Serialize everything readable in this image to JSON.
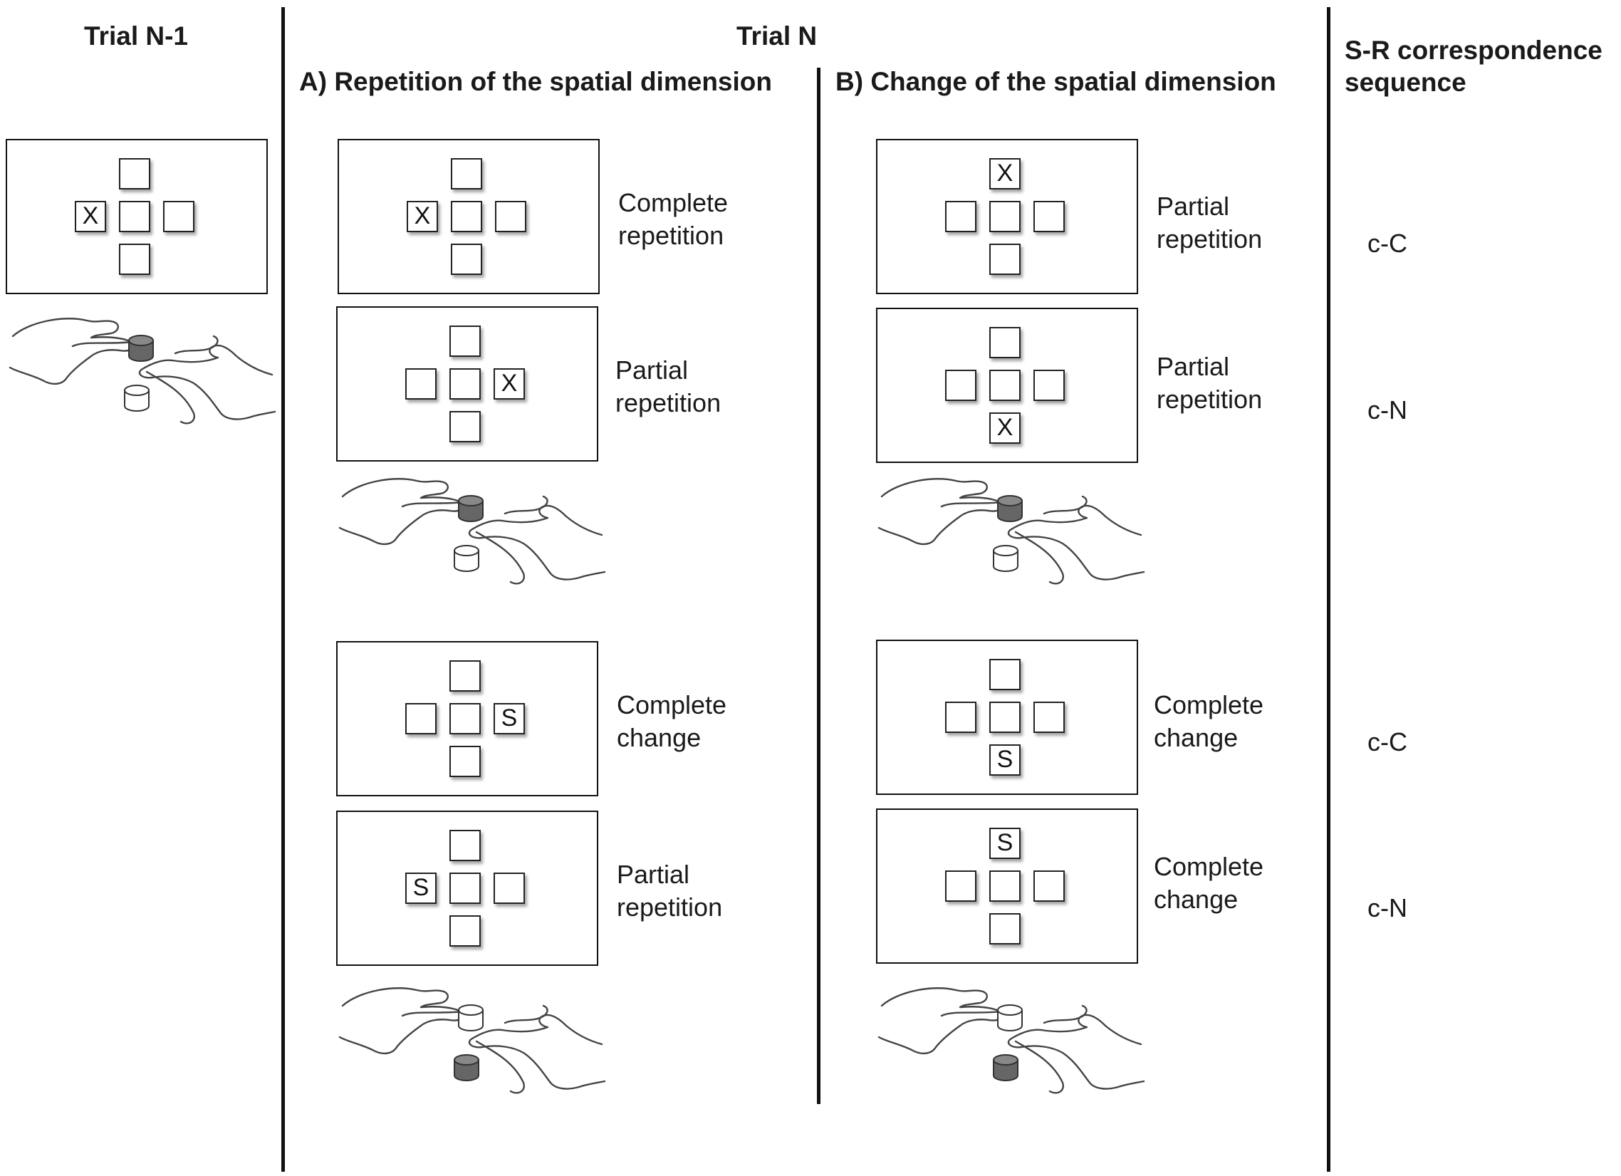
{
  "headers": {
    "trial_prev": "Trial N-1",
    "trial_n": "Trial N",
    "section_a": "A) Repetition of the spatial dimension",
    "section_b": "B) Change of the spatial dimension",
    "sr_line1": "S-R correspondence",
    "sr_line2": "sequence"
  },
  "prev_trial": {
    "target_letter": "X",
    "target_position": "left"
  },
  "panels_a": [
    {
      "letter": "X",
      "position": "left",
      "label_line1": "Complete",
      "label_line2": "repetition"
    },
    {
      "letter": "X",
      "position": "right",
      "label_line1": "Partial",
      "label_line2": "repetition"
    },
    {
      "letter": "S",
      "position": "right",
      "label_line1": "Complete",
      "label_line2": "change"
    },
    {
      "letter": "S",
      "position": "left",
      "label_line1": "Partial",
      "label_line2": "repetition"
    }
  ],
  "panels_b": [
    {
      "letter": "X",
      "position": "top",
      "label_line1": "Partial",
      "label_line2": "repetition"
    },
    {
      "letter": "X",
      "position": "bottom",
      "label_line1": "Partial",
      "label_line2": "repetition"
    },
    {
      "letter": "S",
      "position": "bottom",
      "label_line1": "Complete",
      "label_line2": "change"
    },
    {
      "letter": "S",
      "position": "top",
      "label_line1": "Complete",
      "label_line2": "change"
    }
  ],
  "sequences": [
    "c-C",
    "c-N",
    "c-C",
    "c-N"
  ],
  "responses": {
    "prev": "top-key",
    "group_a_upper": "top-key",
    "group_b_upper": "top-key",
    "group_a_lower": "bottom-key",
    "group_b_lower": "bottom-key"
  },
  "colors": {
    "pressed_key": "#666666",
    "idle_key": "#ffffff",
    "line": "#111111"
  }
}
